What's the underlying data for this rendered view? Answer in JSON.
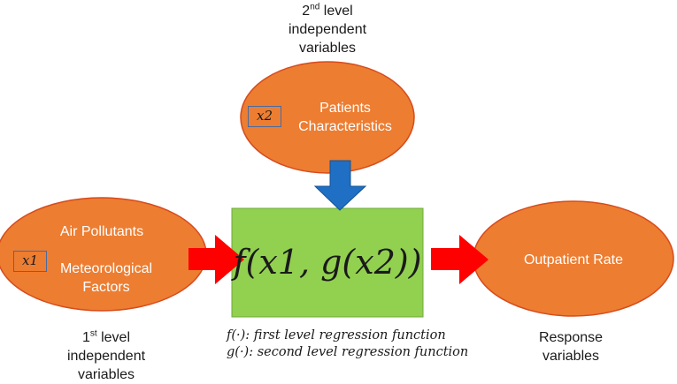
{
  "colors": {
    "ellipse_fill": "#ed7d31",
    "ellipse_stroke": "#d64b1c",
    "box_fill": "#92d050",
    "box_stroke": "#6fa83c",
    "red_arrow": "#ff0000",
    "blue_arrow": "#1f6fc5"
  },
  "top_label": {
    "line1_prefix": "2",
    "line1_sup": "nd",
    "line1_suffix": " level",
    "line2": "independent",
    "line3": "variables"
  },
  "left_label": {
    "line1_prefix": "1",
    "line1_sup": "st",
    "line1_suffix": " level",
    "line2": "independent",
    "line3": "variables"
  },
  "right_label": {
    "line1": "Response",
    "line2": "variables"
  },
  "top_ellipse": {
    "var": "x2",
    "line1": "Patients",
    "line2": "Characteristics"
  },
  "left_ellipse": {
    "var": "x1",
    "line1": "Air Pollutants",
    "line2": "Meteorological",
    "line3": "Factors"
  },
  "right_ellipse": {
    "text": "Outpatient Rate"
  },
  "center_box": {
    "formula": "f(x1, g(x2))"
  },
  "legend": {
    "line1": "f(·): first level regression function",
    "line2": "g(·): second level regression function"
  }
}
